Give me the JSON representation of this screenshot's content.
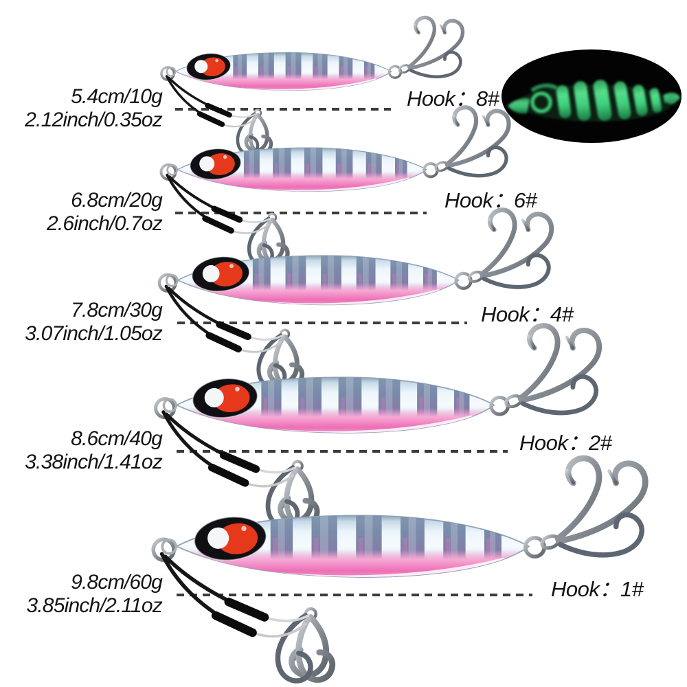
{
  "product": "jig-lure-size-chart",
  "rows": [
    {
      "size_metric": "5.4cm/10g",
      "size_imperial": "2.12inch/0.35oz",
      "hook_label": "Hook：8#"
    },
    {
      "size_metric": "6.8cm/20g",
      "size_imperial": "2.6inch/0.7oz",
      "hook_label": "Hook：6#"
    },
    {
      "size_metric": "7.8cm/30g",
      "size_imperial": "3.07inch/1.05oz",
      "hook_label": "Hook：4#"
    },
    {
      "size_metric": "8.6cm/40g",
      "size_imperial": "3.38inch/1.41oz",
      "hook_label": "Hook：2#"
    },
    {
      "size_metric": "9.8cm/60g",
      "size_imperial": "3.85inch/2.11oz",
      "hook_label": "Hook：1#"
    }
  ],
  "glow_badge": {
    "meaning": "lure-glowing-in-dark",
    "background": "#030303",
    "glow_color": "#3ec977"
  },
  "colors": {
    "text": "#141414",
    "dash": "#3c3c3c",
    "body_blue": "#cfe0ee",
    "belly_pink": "#ee6fb7",
    "eye_red": "#e6391b",
    "eye_patch": "#101014",
    "hook_metal": "#8a9097"
  }
}
